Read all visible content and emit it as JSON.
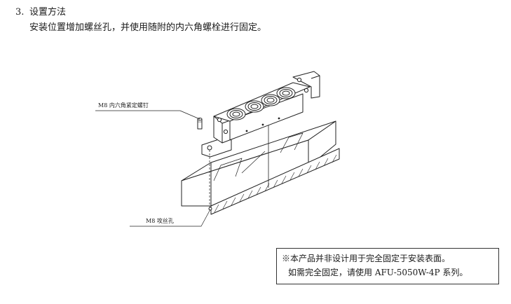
{
  "section": {
    "number": "3.",
    "title": "设置方法",
    "description": "安装位置增加螺丝孔，并使用随附的内六角螺栓进行固定。"
  },
  "drawing": {
    "label_set_screw": "M8 内六角紧定螺钉",
    "label_tapped_hole": "M8 攻丝孔"
  },
  "note": {
    "line1": "※本产品并非设计用于完全固定于安装表面。",
    "line2": "如需完全固定，请使用 AFU-5050W-4P 系列。"
  }
}
